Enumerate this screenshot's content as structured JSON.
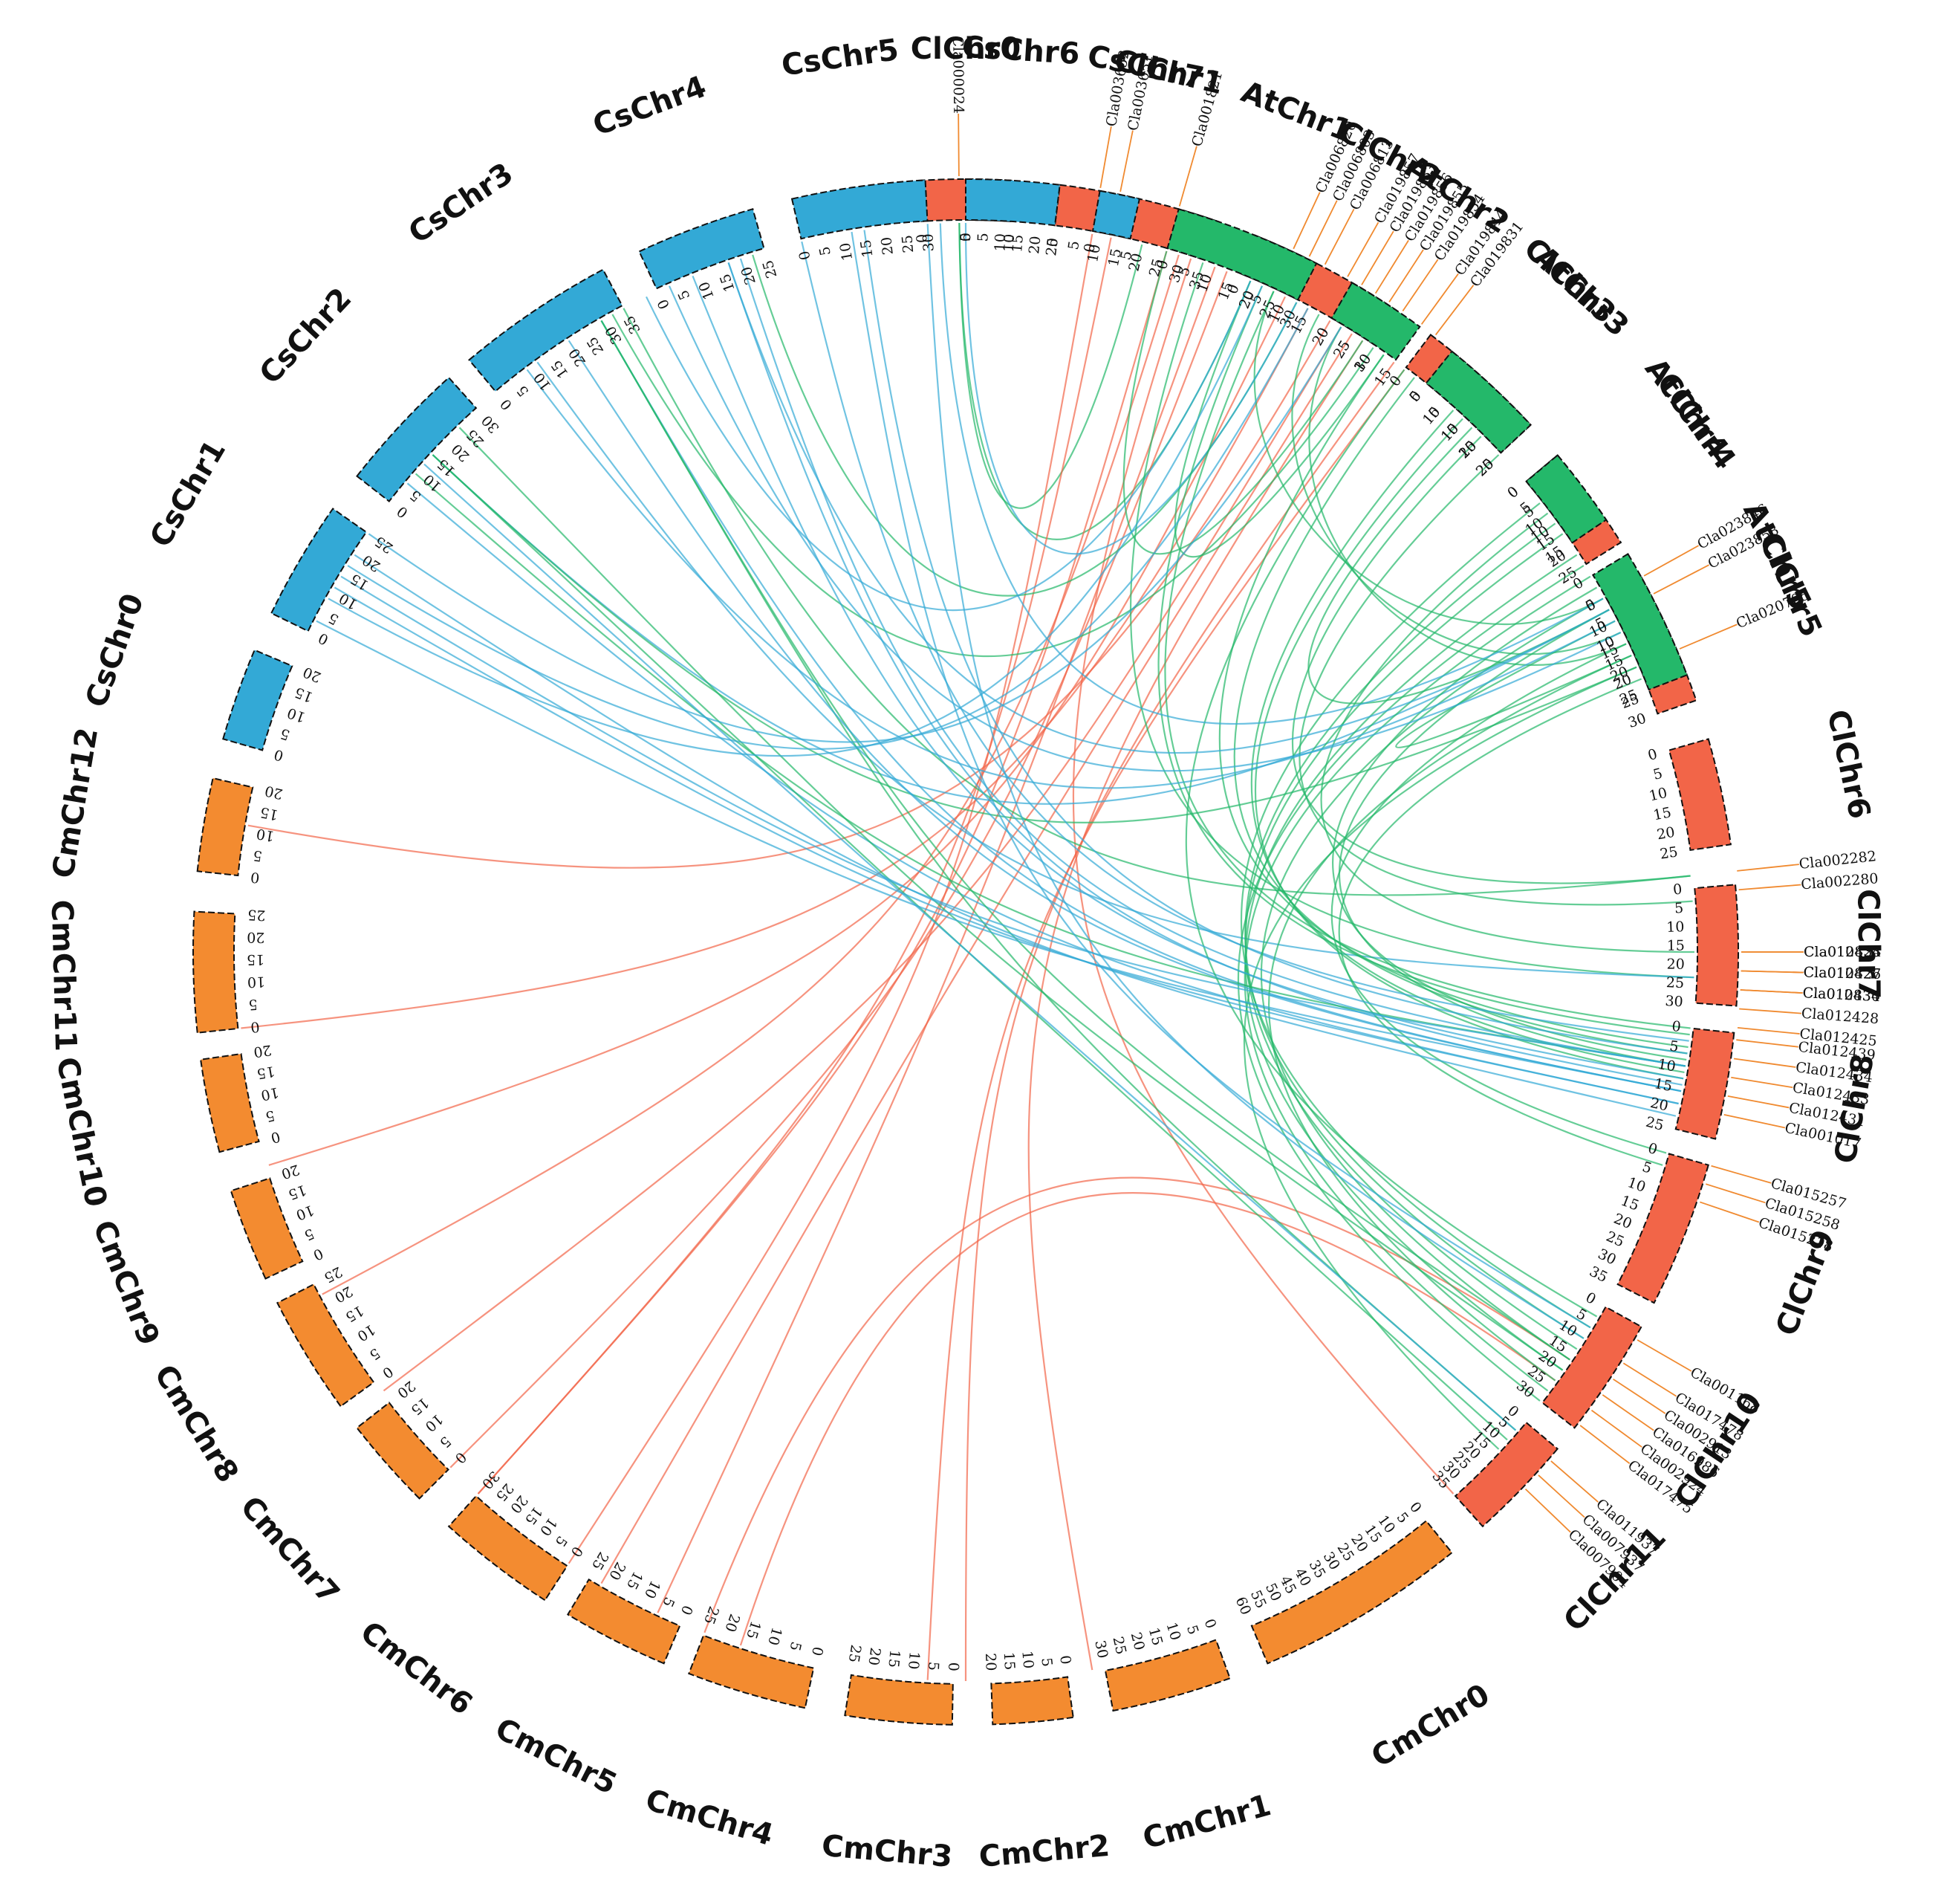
{
  "colors": {
    "Cl": "#f26548",
    "Cm": "#f38b30",
    "Cs": "#33a9d6",
    "At": "#24b86a",
    "link_red": "#f26548",
    "link_blue": "#33a9d6",
    "link_green": "#24b86a",
    "gene_line": "#f08a30"
  },
  "chromosomes": [
    {
      "id": "ClChr0",
      "label": "ClChr0",
      "group": "Cl",
      "start": -3.5,
      "end": 3.5,
      "ticks": [
        "0",
        "5",
        "10"
      ]
    },
    {
      "id": "ClChr1",
      "label": "ClChr1",
      "group": "Cl",
      "start": 7,
      "end": 19,
      "ticks": [
        "0",
        "5",
        "10",
        "15",
        "20",
        "25",
        "30",
        "35"
      ]
    },
    {
      "id": "ClChr2",
      "label": "ClChr2",
      "group": "Cl",
      "start": 22,
      "end": 34,
      "ticks": [
        "0",
        "5",
        "10",
        "15",
        "20",
        "25",
        "30"
      ]
    },
    {
      "id": "ClChr3",
      "label": "ClChr3",
      "group": "Cl",
      "start": 37,
      "end": 47,
      "ticks": [
        "0",
        "5",
        "10",
        "15",
        "20",
        "25"
      ]
    },
    {
      "id": "ClChr4",
      "label": "ClChr4",
      "group": "Cl",
      "start": 50,
      "end": 58,
      "ticks": [
        "0",
        "5",
        "10",
        "15",
        "20",
        "25"
      ]
    },
    {
      "id": "ClChr5",
      "label": "ClChr5",
      "group": "Cl",
      "start": 61,
      "end": 71,
      "ticks": [
        "0",
        "5",
        "10",
        "15",
        "20",
        "25",
        "30"
      ]
    },
    {
      "id": "ClChr6",
      "label": "ClChr6",
      "group": "Cl",
      "start": 74,
      "end": 82,
      "ticks": [
        "0",
        "5",
        "10",
        "15",
        "20",
        "25"
      ]
    },
    {
      "id": "ClChr7",
      "label": "ClChr7",
      "group": "Cl",
      "start": 85,
      "end": 94,
      "ticks": [
        "0",
        "5",
        "10",
        "15",
        "20",
        "25",
        "30"
      ]
    },
    {
      "id": "ClChr8",
      "label": "ClChr8",
      "group": "Cl",
      "start": 96,
      "end": 104,
      "ticks": [
        "0",
        "5",
        "10",
        "15",
        "20",
        "25"
      ]
    },
    {
      "id": "ClChr9",
      "label": "ClChr9",
      "group": "Cl",
      "start": 106,
      "end": 117,
      "ticks": [
        "0",
        "5",
        "10",
        "15",
        "20",
        "25",
        "30",
        "35"
      ]
    },
    {
      "id": "ClChr10",
      "label": "ClChr10",
      "group": "Cl",
      "start": 119,
      "end": 128,
      "ticks": [
        "0",
        "5",
        "10",
        "15",
        "20",
        "25",
        "30"
      ]
    },
    {
      "id": "ClChr11",
      "label": "ClChr11",
      "group": "Cl",
      "start": 130,
      "end": 138,
      "ticks": [
        "0",
        "5",
        "10",
        "15",
        "20",
        "25",
        "30",
        "35"
      ]
    },
    {
      "id": "CmChr0",
      "label": "CmChr0",
      "group": "Cm",
      "start": 141,
      "end": 157,
      "ticks": [
        "0",
        "5",
        "10",
        "15",
        "20",
        "25",
        "30",
        "35",
        "40",
        "45",
        "50",
        "55",
        "60"
      ]
    },
    {
      "id": "CmChr1",
      "label": "CmChr1",
      "group": "Cm",
      "start": 160,
      "end": 169,
      "ticks": [
        "0",
        "5",
        "10",
        "15",
        "20",
        "25",
        "30"
      ]
    },
    {
      "id": "CmChr2",
      "label": "CmChr2",
      "group": "Cm",
      "start": 172,
      "end": 178,
      "ticks": [
        "0",
        "5",
        "10",
        "15",
        "20"
      ]
    },
    {
      "id": "CmChr3",
      "label": "CmChr3",
      "group": "Cm",
      "start": 181,
      "end": 189,
      "ticks": [
        "0",
        "5",
        "10",
        "15",
        "20",
        "25"
      ]
    },
    {
      "id": "CmChr4",
      "label": "CmChr4",
      "group": "Cm",
      "start": 192,
      "end": 201,
      "ticks": [
        "0",
        "5",
        "10",
        "15",
        "20",
        "25"
      ]
    },
    {
      "id": "CmChr5",
      "label": "CmChr5",
      "group": "Cm",
      "start": 203,
      "end": 211,
      "ticks": [
        "0",
        "5",
        "10",
        "15",
        "20",
        "25"
      ]
    },
    {
      "id": "CmChr6",
      "label": "CmChr6",
      "group": "Cm",
      "start": 213,
      "end": 222,
      "ticks": [
        "0",
        "5",
        "10",
        "15",
        "20",
        "25",
        "30"
      ]
    },
    {
      "id": "CmChr7",
      "label": "CmChr7",
      "group": "Cm",
      "start": 225,
      "end": 232,
      "ticks": [
        "0",
        "5",
        "10",
        "15",
        "20"
      ]
    },
    {
      "id": "CmChr8",
      "label": "CmChr8",
      "group": "Cm",
      "start": 234,
      "end": 243,
      "ticks": [
        "0",
        "5",
        "10",
        "15",
        "20",
        "25"
      ]
    },
    {
      "id": "CmChr9",
      "label": "CmChr9",
      "group": "Cm",
      "start": 245,
      "end": 252,
      "ticks": [
        "0",
        "5",
        "10",
        "15",
        "20"
      ]
    },
    {
      "id": "CmChr10",
      "label": "CmChr10",
      "group": "Cm",
      "start": 255,
      "end": 262,
      "ticks": [
        "0",
        "5",
        "10",
        "15",
        "20"
      ]
    },
    {
      "id": "CmChr11",
      "label": "CmChr11",
      "group": "Cm",
      "start": 264,
      "end": 273,
      "ticks": [
        "0",
        "5",
        "10",
        "15",
        "20",
        "25"
      ]
    },
    {
      "id": "CmChr12",
      "label": "CmChr12",
      "group": "Cm",
      "start": 276,
      "end": 283,
      "ticks": [
        "0",
        "5",
        "10",
        "15",
        "20"
      ]
    },
    {
      "id": "CsChr0",
      "label": "CsChr0",
      "group": "Cs",
      "start": 286,
      "end": 293,
      "ticks": [
        "0",
        "5",
        "10",
        "15",
        "20"
      ]
    },
    {
      "id": "CsChr1",
      "label": "CsChr1",
      "group": "Cs",
      "start": 296,
      "end": 305,
      "ticks": [
        "0",
        "5",
        "10",
        "15",
        "20",
        "25"
      ]
    },
    {
      "id": "CsChr2",
      "label": "CsChr2",
      "group": "Cs",
      "start": 308,
      "end": 318,
      "ticks": [
        "0",
        "5",
        "10",
        "15",
        "20",
        "25",
        "30"
      ]
    },
    {
      "id": "CsChr3",
      "label": "CsChr3",
      "group": "Cs",
      "start": 320,
      "end": 332,
      "ticks": [
        "0",
        "5",
        "10",
        "15",
        "20",
        "25",
        "30",
        "35"
      ]
    },
    {
      "id": "CsChr4",
      "label": "CsChr4",
      "group": "Cs",
      "start": 335,
      "end": 344,
      "ticks": [
        "0",
        "5",
        "10",
        "15",
        "20",
        "25"
      ]
    },
    {
      "id": "CsChr5",
      "label": "CsChr5",
      "group": "Cs",
      "start": 347,
      "end": 357,
      "ticks": [
        "0",
        "5",
        "10",
        "15",
        "20",
        "25",
        "30"
      ]
    },
    {
      "id": "CsChr6",
      "label": "CsChr6",
      "group": "Cs",
      "start": 360,
      "end": 367,
      "ticks": [
        "0",
        "5",
        "10",
        "15",
        "20",
        "25"
      ]
    },
    {
      "id": "CsChr7",
      "label": "CsChr7",
      "group": "Cs",
      "start": 370,
      "end": 373,
      "ticks": [
        "0",
        "5"
      ]
    },
    {
      "id": "AtChr1",
      "label": "AtChr1",
      "group": "At",
      "start": 376,
      "end": 387,
      "ticks": [
        "0",
        "5",
        "10",
        "15",
        "20",
        "25",
        "30"
      ]
    },
    {
      "id": "AtChr2",
      "label": "AtChr2",
      "group": "At",
      "start": 390,
      "end": 396,
      "ticks": [
        "0",
        "5",
        "10",
        "15"
      ]
    },
    {
      "id": "AtChr3",
      "label": "AtChr3",
      "group": "At",
      "start": 399,
      "end": 407,
      "ticks": [
        "0",
        "5",
        "10",
        "15",
        "20"
      ]
    },
    {
      "id": "AtChr4",
      "label": "AtChr4",
      "group": "At",
      "start": 410,
      "end": 416,
      "ticks": [
        "0",
        "5",
        "10",
        "15"
      ]
    },
    {
      "id": "AtChr5",
      "label": "AtChr5",
      "group": "At",
      "start": 419,
      "end": 429,
      "ticks": [
        "0",
        "5",
        "10",
        "15",
        "20",
        "25"
      ]
    }
  ],
  "gene_labels": [
    {
      "text": "Cla000024",
      "angle": -0.5
    },
    {
      "text": "Cla003652",
      "angle": 10
    },
    {
      "text": "Cla003651",
      "angle": 11.5
    },
    {
      "text": "Cla001821",
      "angle": 16
    },
    {
      "text": "Cla006820",
      "angle": 25
    },
    {
      "text": "Cla006803",
      "angle": 26.3
    },
    {
      "text": "Cla006813",
      "angle": 27.6
    },
    {
      "text": "Cla019857",
      "angle": 29.5
    },
    {
      "text": "Cla019863",
      "angle": 30.7
    },
    {
      "text": "Cla019856",
      "angle": 31.9
    },
    {
      "text": "Cla019855",
      "angle": 33.1
    },
    {
      "text": "Cla019854",
      "angle": 34.3
    },
    {
      "text": "Cla019844",
      "angle": 36
    },
    {
      "text": "Cla019831",
      "angle": 37.3
    },
    {
      "text": "Cla023846",
      "angle": 61
    },
    {
      "text": "Cla023858",
      "angle": 62.5
    },
    {
      "text": "Cla020705",
      "angle": 67
    },
    {
      "text": "Cla002282",
      "angle": 84
    },
    {
      "text": "Cla002280",
      "angle": 85.4
    },
    {
      "text": "Cla010833",
      "angle": 90
    },
    {
      "text": "Cla010826",
      "angle": 91.4
    },
    {
      "text": "Cla010834",
      "angle": 92.8
    },
    {
      "text": "Cla012424",
      "angle": 90
    },
    {
      "text": "Cla012427",
      "angle": 91.4
    },
    {
      "text": "Cla012430",
      "angle": 92.8
    },
    {
      "text": "Cla012428",
      "angle": 94.2
    },
    {
      "text": "Cla012425",
      "angle": 95.6
    },
    {
      "text": "Cla012439",
      "angle": 96.5
    },
    {
      "text": "Cla012434",
      "angle": 97.9
    },
    {
      "text": "Cla012433",
      "angle": 99.3
    },
    {
      "text": "Cla012431",
      "angle": 100.7
    },
    {
      "text": "Cla001017",
      "angle": 102.1
    },
    {
      "text": "Cla015257",
      "angle": 106
    },
    {
      "text": "Cla015258",
      "angle": 107.4
    },
    {
      "text": "Cla015218",
      "angle": 108.8
    },
    {
      "text": "Cla001168",
      "angle": 120
    },
    {
      "text": "Cla017478",
      "angle": 122
    },
    {
      "text": "Cla002913",
      "angle": 123.4
    },
    {
      "text": "Cla016986",
      "angle": 124.8
    },
    {
      "text": "Cla002924",
      "angle": 126.2
    },
    {
      "text": "Cla017475",
      "angle": 127.6
    },
    {
      "text": "Cla011937",
      "angle": 131
    },
    {
      "text": "Cla007937",
      "angle": 132.4
    },
    {
      "text": "Cla007904",
      "angle": 133.8
    }
  ],
  "links": [
    {
      "from": -0.5,
      "to": 23,
      "color": "green"
    },
    {
      "from": -0.5,
      "to": 14,
      "color": "green"
    },
    {
      "from": 10,
      "to": 213,
      "color": "red"
    },
    {
      "from": 11.5,
      "to": 222,
      "color": "red"
    },
    {
      "from": 16,
      "to": 222,
      "color": "red"
    },
    {
      "from": 17,
      "to": 242,
      "color": "red"
    },
    {
      "from": 18,
      "to": 138,
      "color": "red"
    },
    {
      "from": 26,
      "to": 253,
      "color": "red"
    },
    {
      "from": 28,
      "to": 264,
      "color": "red"
    },
    {
      "from": 30,
      "to": 280,
      "color": "red"
    },
    {
      "from": 31,
      "to": 233,
      "color": "red"
    },
    {
      "from": 32,
      "to": 210,
      "color": "red"
    },
    {
      "from": 33,
      "to": 170,
      "color": "red"
    },
    {
      "from": 36,
      "to": 180,
      "color": "red"
    },
    {
      "from": 37,
      "to": 183,
      "color": "red"
    },
    {
      "from": 20,
      "to": 205,
      "color": "red"
    },
    {
      "from": 21,
      "to": 225,
      "color": "red"
    },
    {
      "from": 124,
      "to": 201,
      "color": "red"
    },
    {
      "from": 126,
      "to": 198,
      "color": "red"
    },
    {
      "from": 27,
      "to": 343,
      "color": "green"
    },
    {
      "from": 33,
      "to": 376,
      "color": "green"
    },
    {
      "from": 35,
      "to": 383,
      "color": "green"
    },
    {
      "from": 25,
      "to": 421,
      "color": "green"
    },
    {
      "from": 29,
      "to": 424,
      "color": "green"
    },
    {
      "from": 31,
      "to": 425,
      "color": "green"
    },
    {
      "from": 34,
      "to": 331,
      "color": "green"
    },
    {
      "from": 27,
      "to": 360,
      "color": "blue"
    },
    {
      "from": 23,
      "to": 334,
      "color": "blue"
    },
    {
      "from": 62,
      "to": 313,
      "color": "blue"
    },
    {
      "from": 67,
      "to": 313,
      "color": "green"
    },
    {
      "from": 62,
      "to": 404,
      "color": "green"
    },
    {
      "from": 66,
      "to": 423,
      "color": "green"
    },
    {
      "from": 84,
      "to": 332,
      "color": "green"
    },
    {
      "from": 84,
      "to": 405,
      "color": "green"
    },
    {
      "from": 86,
      "to": 407,
      "color": "green"
    },
    {
      "from": 90,
      "to": 413,
      "color": "green"
    },
    {
      "from": 92,
      "to": 379,
      "color": "green"
    },
    {
      "from": 92,
      "to": 324,
      "color": "blue"
    },
    {
      "from": 96,
      "to": 385,
      "color": "green"
    },
    {
      "from": 96.5,
      "to": 384,
      "color": "green"
    },
    {
      "from": 97.5,
      "to": 395,
      "color": "green"
    },
    {
      "from": 98,
      "to": 398,
      "color": "green"
    },
    {
      "from": 98.5,
      "to": 420,
      "color": "green"
    },
    {
      "from": 99,
      "to": 422,
      "color": "green"
    },
    {
      "from": 99.5,
      "to": 402,
      "color": "green"
    },
    {
      "from": 100,
      "to": 403,
      "color": "green"
    },
    {
      "from": 100.5,
      "to": 341,
      "color": "blue"
    },
    {
      "from": 101,
      "to": 330,
      "color": "blue"
    },
    {
      "from": 102,
      "to": 310,
      "color": "blue"
    },
    {
      "from": 98,
      "to": 352,
      "color": "blue"
    },
    {
      "from": 99,
      "to": 311,
      "color": "green"
    },
    {
      "from": 97,
      "to": 347,
      "color": "blue"
    },
    {
      "from": 106,
      "to": 425,
      "color": "green"
    },
    {
      "from": 107,
      "to": 428,
      "color": "green"
    },
    {
      "from": 120,
      "to": 397,
      "color": "green"
    },
    {
      "from": 121,
      "to": 412,
      "color": "green"
    },
    {
      "from": 122,
      "to": 414,
      "color": "green"
    },
    {
      "from": 123,
      "to": 415,
      "color": "green"
    },
    {
      "from": 124,
      "to": 330,
      "color": "green"
    },
    {
      "from": 125,
      "to": 316,
      "color": "green"
    },
    {
      "from": 126,
      "to": 426,
      "color": "green"
    },
    {
      "from": 127,
      "to": 419,
      "color": "green"
    },
    {
      "from": 128,
      "to": 418,
      "color": "green"
    },
    {
      "from": 131,
      "to": 330,
      "color": "green"
    },
    {
      "from": 132,
      "to": 313,
      "color": "green"
    },
    {
      "from": 133,
      "to": 427,
      "color": "green"
    },
    {
      "from": 124,
      "to": 421,
      "color": "green"
    },
    {
      "from": 125,
      "to": 417,
      "color": "green"
    },
    {
      "from": 122,
      "to": 357,
      "color": "blue"
    },
    {
      "from": 121,
      "to": 351,
      "color": "blue"
    },
    {
      "from": 100,
      "to": 338,
      "color": "blue"
    },
    {
      "from": 99,
      "to": 342,
      "color": "blue"
    },
    {
      "from": 131,
      "to": 312,
      "color": "blue"
    },
    {
      "from": 101,
      "to": 327,
      "color": "blue"
    },
    {
      "from": 62,
      "to": 341,
      "color": "blue"
    },
    {
      "from": 64,
      "to": 336,
      "color": "blue"
    },
    {
      "from": 63,
      "to": 323,
      "color": "blue"
    },
    {
      "from": 61,
      "to": 358,
      "color": "blue"
    },
    {
      "from": 101,
      "to": 297,
      "color": "blue"
    },
    {
      "from": 102,
      "to": 300,
      "color": "blue"
    },
    {
      "from": 103,
      "to": 303,
      "color": "blue"
    },
    {
      "from": 99,
      "to": 301,
      "color": "blue"
    },
    {
      "from": 24,
      "to": 299,
      "color": "blue"
    },
    {
      "from": 28,
      "to": 302,
      "color": "blue"
    },
    {
      "from": 31,
      "to": 305,
      "color": "blue"
    }
  ]
}
